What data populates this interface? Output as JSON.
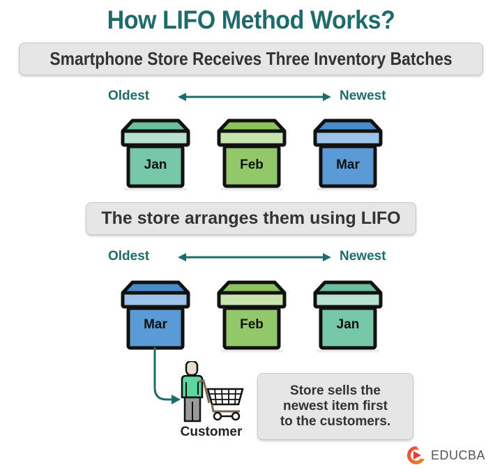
{
  "title": "How LIFO Method Works?",
  "banners": {
    "receive": "Smartphone Store Receives Three Inventory Batches",
    "arrange": "The store arranges them using LIFO",
    "sells_lines": [
      "Store sells the",
      "newest item first",
      "to the customers."
    ]
  },
  "scale": {
    "oldest": "Oldest",
    "newest": "Newest"
  },
  "row_received": [
    {
      "label": "Jan",
      "color": "#76c8a8",
      "lid": "#6cbf9a",
      "band": "#b7e2cf"
    },
    {
      "label": "Feb",
      "color": "#93c86a",
      "lid": "#8cc35c",
      "band": "#c8e3ae"
    },
    {
      "label": "Mar",
      "color": "#5b9bd5",
      "lid": "#4a8bcb",
      "band": "#9cc3ea"
    }
  ],
  "row_lifo": [
    {
      "label": "Mar",
      "color": "#5b9bd5",
      "lid": "#4a8bcb",
      "band": "#9cc3ea"
    },
    {
      "label": "Feb",
      "color": "#93c86a",
      "lid": "#8cc35c",
      "band": "#c8e3ae"
    },
    {
      "label": "Jan",
      "color": "#76c8a8",
      "lid": "#6cbf9a",
      "band": "#b7e2cf"
    }
  ],
  "customer": {
    "label": "Customer",
    "icon": "customer-with-cart-icon"
  },
  "brand": {
    "name": "EDUCBA",
    "icon": "educba-logo-icon"
  },
  "colors": {
    "accent": "#1f6b6b",
    "banner_bg": "#e6e6e6",
    "text_dark": "#333333"
  }
}
